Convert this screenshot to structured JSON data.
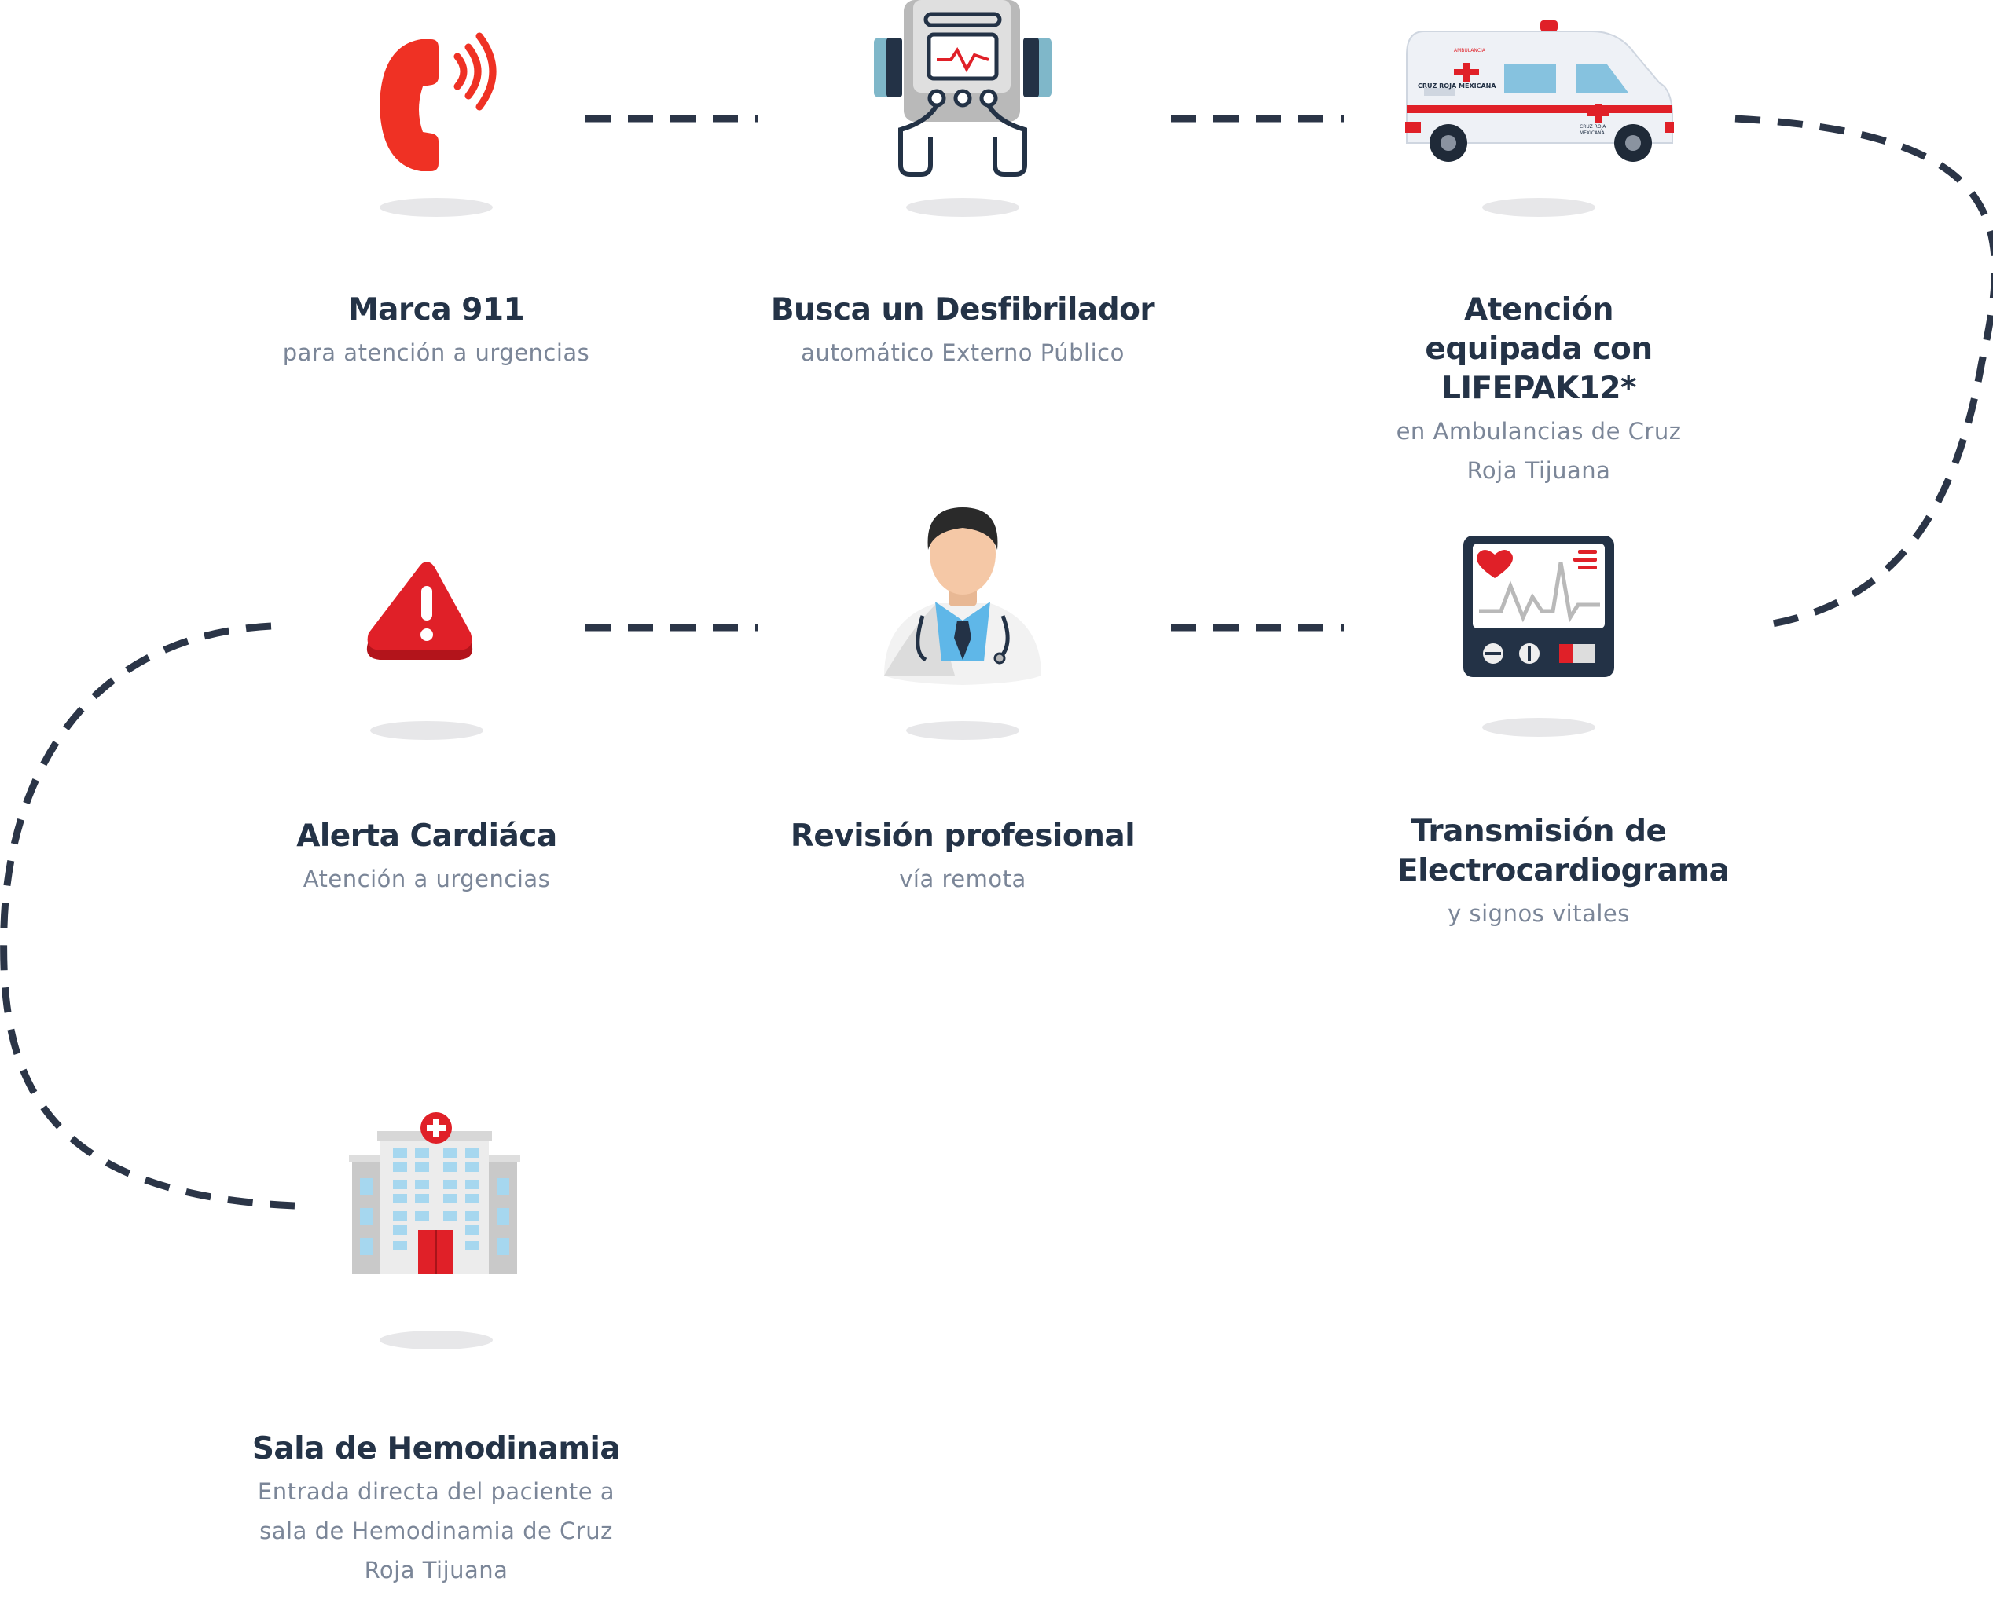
{
  "colors": {
    "title": "#243347",
    "subtitle": "#7b8698",
    "connector": "#2b3547",
    "red": "#e02028",
    "shadow": "#e7e7e9"
  },
  "steps": [
    {
      "id": "marca-911",
      "icon": "phone-icon",
      "title": "Marca 911",
      "subtitle": "para atención a urgencias"
    },
    {
      "id": "busca-desfibrilador",
      "icon": "defibrillator-icon",
      "title": "Busca un Desfibrilador",
      "subtitle": "automático Externo Público"
    },
    {
      "id": "atencion-equipada",
      "icon": "ambulance-icon",
      "title": "Atención equipada con LIFEPAK12*",
      "subtitle": "en Ambulancias de Cruz Roja Tijuana",
      "ambulance_text": {
        "roof": "AMBULANCIA",
        "side": "CRUZ ROJA MEXICANA",
        "rear_1": "CRUZ ROJA",
        "rear_2": "MEXICANA"
      }
    },
    {
      "id": "transmision-ecg",
      "icon": "ecg-monitor-icon",
      "title": "Transmisión de Electrocardiograma",
      "subtitle": "y signos vitales"
    },
    {
      "id": "revision-profesional",
      "icon": "doctor-icon",
      "title": "Revisión profesional",
      "subtitle": "vía remota"
    },
    {
      "id": "alerta-cardiaca",
      "icon": "warning-icon",
      "title": "Alerta Cardiáca",
      "subtitle": "Atención a urgencias"
    },
    {
      "id": "sala-hemodinamia",
      "icon": "hospital-icon",
      "title": "Sala de Hemodinamia",
      "subtitle": "Entrada directa del paciente a sala de Hemodinamia de Cruz Roja Tijuana"
    }
  ]
}
